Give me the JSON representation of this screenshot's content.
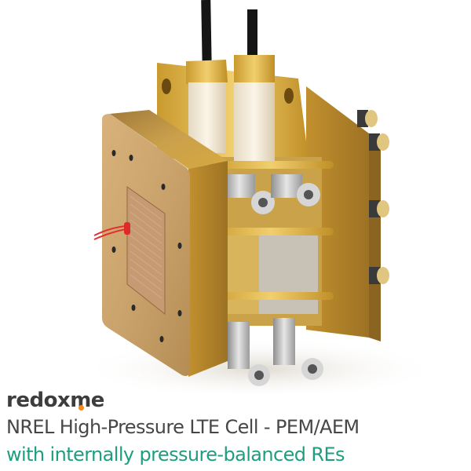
{
  "brand": {
    "prefix": "redox",
    "dot_letter": "m",
    "suffix": "e",
    "text_color": "#3d3d3d",
    "dot_color": "#f08a1c"
  },
  "caption": {
    "title": "NREL High-Pressure LTE Cell - PEM/AEM",
    "subtitle": "with internally pressure-balanced REs",
    "title_color": "#474747",
    "subtitle_color": "#1f9e7f"
  },
  "product_image": {
    "description": "3D render of brass/gold electrochemical test cell with two reference electrode ports on top, stainless fittings, red wire lead",
    "colors": {
      "brass_face": "#c9a36b",
      "brass_side": "#b8862c",
      "gold_highlight": "#e6b94a",
      "ceramic": "#efe6d4",
      "steel": "#b8b8b8",
      "black_tube": "#1a1a1a",
      "wire": "#e23030"
    }
  }
}
